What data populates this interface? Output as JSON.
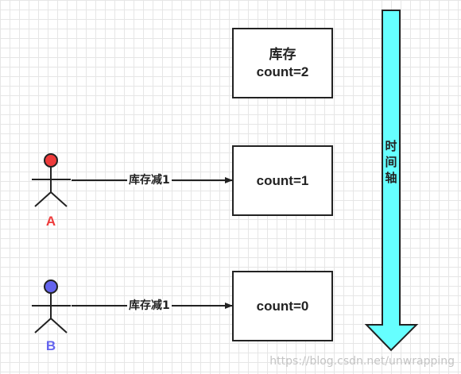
{
  "stock_box": {
    "title": "库存",
    "value": "count=2"
  },
  "box_a": {
    "value": "count=1"
  },
  "box_b": {
    "value": "count=0"
  },
  "actor_a": {
    "label": "A",
    "color": "#ee3b3b"
  },
  "actor_b": {
    "label": "B",
    "color": "#6464ee"
  },
  "edge_a": {
    "label": "库存减1"
  },
  "edge_b": {
    "label": "库存减1"
  },
  "timeline": {
    "chars": [
      "时",
      "间",
      "轴"
    ],
    "color": "#66ffff"
  },
  "watermark": "https://blog.csdn.net/unwrapping"
}
